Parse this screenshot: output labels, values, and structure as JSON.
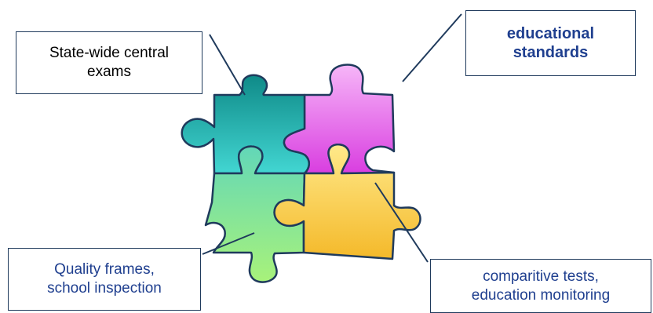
{
  "labels": {
    "top_left": "State-wide central\nexams",
    "top_right": "educational\nstandards",
    "bottom_left": "Quality frames,\nschool inspection",
    "bottom_right": "comparitive tests,\neducation monitoring"
  },
  "colors": {
    "box_border": "#1f3a5c",
    "label_blue": "#1f3f8f",
    "piece_teal": "#22a6a3",
    "piece_pink": "#e05ce8",
    "piece_green": "#7ee08a",
    "piece_yellow": "#f7cf52"
  }
}
